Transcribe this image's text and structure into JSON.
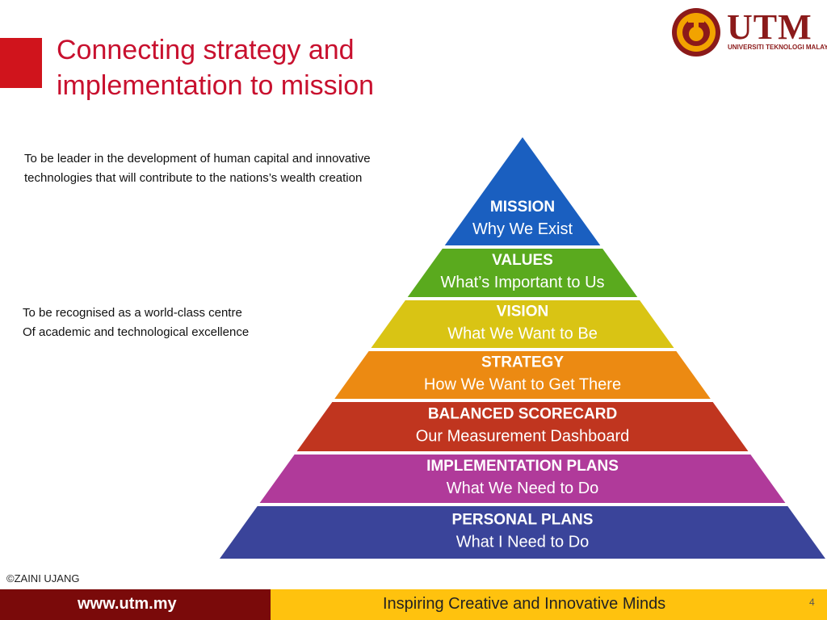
{
  "slide": {
    "title": "Connecting strategy and implementation to mission",
    "mission_text_line1": "To be leader in the development of human capital and innovative",
    "mission_text_line2": "technologies that will contribute to the nations’s wealth creation",
    "vision_text_line1": "To be recognised as a world-class centre",
    "vision_text_line2": "Of academic and technological excellence",
    "copyright": "©ZAINI UJANG",
    "page_number": "4"
  },
  "logo": {
    "name": "UTM",
    "subtitle": "UNIVERSITI TEKNOLOGI MALAYSIA"
  },
  "pyramid": {
    "levels": [
      {
        "heading": "MISSION",
        "subheading": "Why We Exist",
        "color": "#1a5fc0"
      },
      {
        "heading": "VALUES",
        "subheading": "What’s Important to Us",
        "color": "#5aaa1e"
      },
      {
        "heading": "VISION",
        "subheading": "What We Want to Be",
        "color": "#d9c414"
      },
      {
        "heading": "STRATEGY",
        "subheading": "How We Want to Get There",
        "color": "#ec8a12"
      },
      {
        "heading": "BALANCED SCORECARD",
        "subheading": "Our Measurement Dashboard",
        "color": "#c0351f"
      },
      {
        "heading": "IMPLEMENTATION PLANS",
        "subheading": "What We Need to Do",
        "color": "#b03a9a"
      },
      {
        "heading": "PERSONAL PLANS",
        "subheading": "What I Need to Do",
        "color": "#3a449a"
      }
    ]
  },
  "footer": {
    "url": "www.utm.my",
    "tagline": "Inspiring Creative and Innovative Minds"
  }
}
